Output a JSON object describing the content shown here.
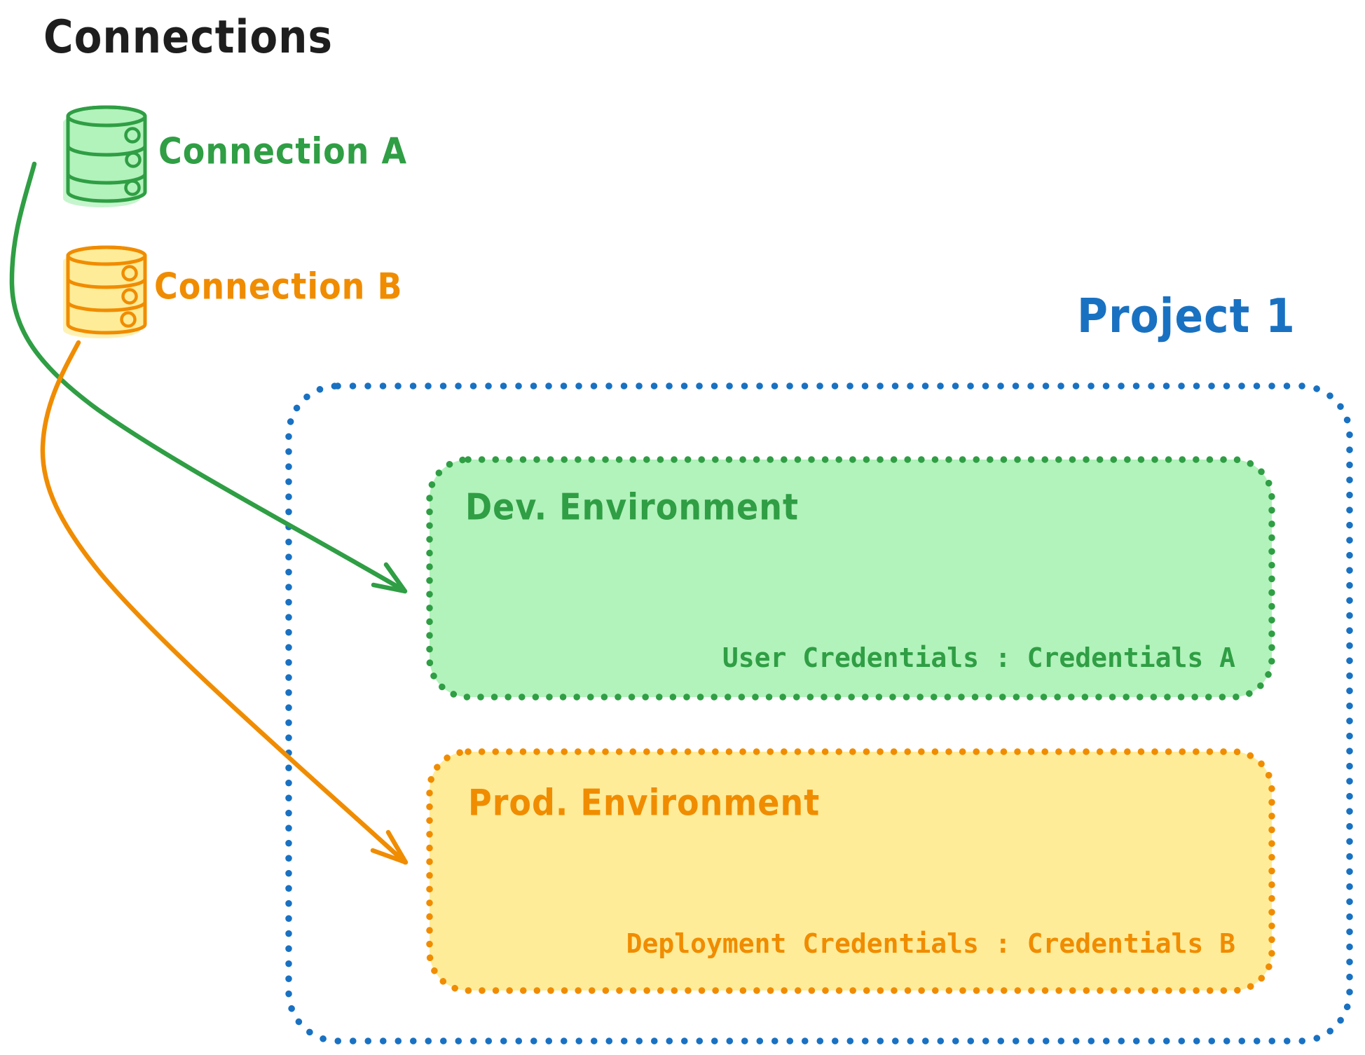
{
  "diagram": {
    "title": "Connections",
    "connections": [
      {
        "id": "A",
        "label": "Connection A",
        "icon": "database-icon",
        "color": "#2f9e44",
        "fill": "#b2f2bb"
      },
      {
        "id": "B",
        "label": "Connection B",
        "icon": "database-icon",
        "color": "#f08c00",
        "fill": "#ffec99"
      }
    ],
    "project": {
      "label": "Project 1",
      "border_color": "#1971c2",
      "environments": [
        {
          "name": "Dev. Environment",
          "credentials": "User Credentials : Credentials A",
          "accent": "#2f9e44",
          "fill": "#b2f2bb"
        },
        {
          "name": "Prod. Environment",
          "credentials": "Deployment Credentials : Credentials B",
          "accent": "#f08c00",
          "fill": "#ffec99"
        }
      ]
    },
    "colors": {
      "title_text": "#1e1e1e",
      "green": "#2f9e44",
      "green_fill": "#b2f2bb",
      "orange": "#f08c00",
      "orange_fill": "#ffec99",
      "blue": "#1971c2"
    }
  }
}
